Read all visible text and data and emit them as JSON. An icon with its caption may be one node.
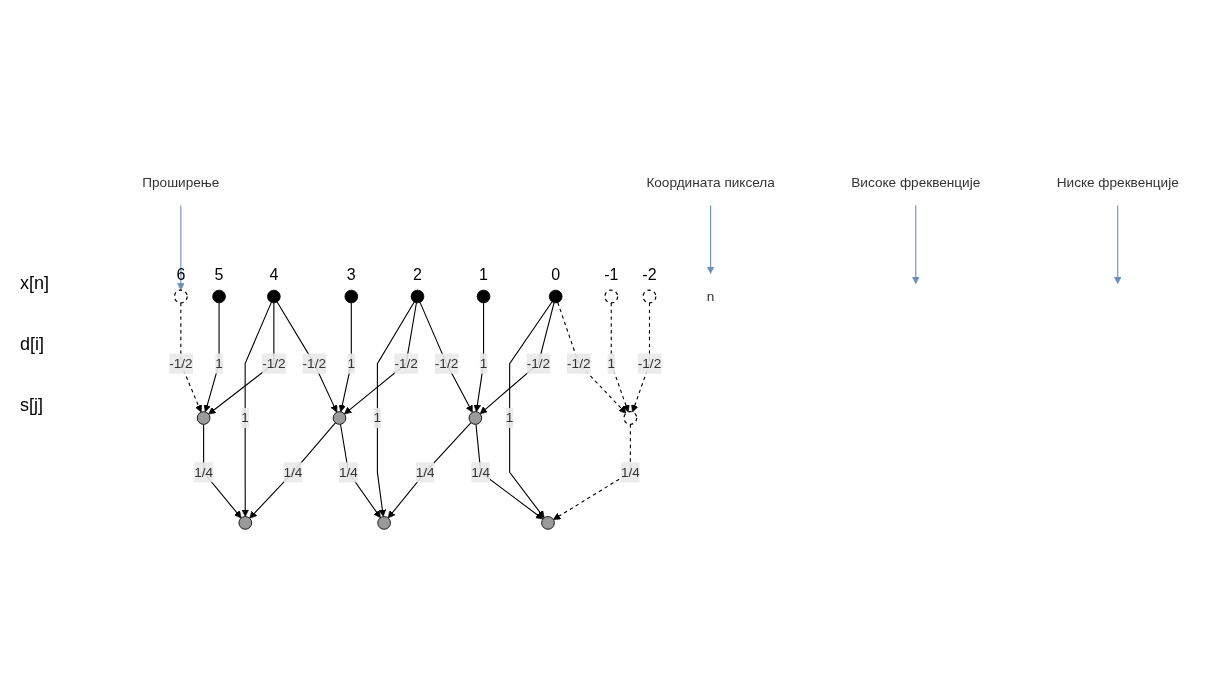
{
  "diagram": {
    "nodes": [
      {
        "text": [
          "Координата пиксела"
        ]
      },
      {
        "text": [
          "n"
        ]
      },
      {
        "text": [
          "Проширење"
        ]
      },
      {
        "text": [],
        "shape": "circle",
        "beside": [
          "-2"
        ]
      },
      {
        "text": [],
        "shape": "circle",
        "beside": [
          "-1"
        ]
      },
      {
        "text": [],
        "shape": "circle",
        "beside": [
          "0"
        ]
      },
      {
        "text": [],
        "shape": "circle",
        "beside": [
          "1"
        ]
      },
      {
        "text": [],
        "shape": "circle",
        "beside": [
          "2"
        ]
      },
      {
        "text": [],
        "shape": "circle",
        "beside": [
          "3"
        ]
      },
      {
        "text": [],
        "shape": "circle",
        "beside": [
          "4"
        ]
      },
      {
        "text": [],
        "shape": "circle",
        "beside": [
          "5"
        ]
      },
      {
        "text": [],
        "shape": "circle",
        "beside": [
          "6"
        ]
      },
      {
        "text": [],
        "shape": "circle"
      },
      {
        "text": [],
        "shape": "circle"
      },
      {
        "text": [],
        "shape": "circle"
      },
      {
        "text": [],
        "shape": "circle"
      },
      {
        "text": [
          "Високе фреквенције"
        ]
      },
      {
        "text": [],
        "shape": "circle"
      },
      {
        "text": [],
        "shape": "circle"
      },
      {
        "text": [],
        "shape": "circle"
      },
      {
        "text": [
          "Ниске фреквенције"
        ]
      }
    ],
    "edges": [
      {
        "from": 0,
        "to": 1,
        "arrow": "to",
        "color": "#6c8ebf"
      },
      {
        "from": 2,
        "to": 11,
        "arrow": "to",
        "color": "#6c8ebf"
      },
      {
        "from": 16,
        "to": null,
        "arrow": "to",
        "color": "#6c8ebf"
      },
      {
        "from": 20,
        "to": null,
        "arrow": "to",
        "color": "#6c8ebf"
      },
      {
        "from": 3,
        "to": 12,
        "label": "-1/2",
        "arrow": "to",
        "style": "dashed"
      },
      {
        "from": 4,
        "to": 12,
        "label": "1",
        "arrow": "to",
        "style": "dashed"
      },
      {
        "from": 5,
        "to": 12,
        "label": "-1/2",
        "arrow": "to",
        "style": "dashed"
      },
      {
        "from": 5,
        "to": 13,
        "label": "-1/2",
        "arrow": "to"
      },
      {
        "from": 6,
        "to": 13,
        "label": "1",
        "arrow": "to"
      },
      {
        "from": 7,
        "to": 13,
        "label": "-1/2",
        "arrow": "to"
      },
      {
        "from": 7,
        "to": 14,
        "label": "-1/2",
        "arrow": "to"
      },
      {
        "from": 8,
        "to": 14,
        "label": "1",
        "arrow": "to"
      },
      {
        "from": 9,
        "to": 14,
        "label": "-1/2",
        "arrow": "to"
      },
      {
        "from": 9,
        "to": 15,
        "label": "-1/2",
        "arrow": "to"
      },
      {
        "from": 10,
        "to": 15,
        "label": "1",
        "arrow": "to"
      },
      {
        "from": 11,
        "to": 15,
        "label": "-1/2",
        "arrow": "to",
        "style": "dashed"
      },
      {
        "from": 5,
        "to": 17,
        "label": "1",
        "arrow": "to"
      },
      {
        "from": 7,
        "to": 18,
        "label": "1",
        "arrow": "to"
      },
      {
        "from": 9,
        "to": 19,
        "label": "1",
        "arrow": "to"
      },
      {
        "from": 12,
        "to": 17,
        "label": "1/4",
        "arrow": "to",
        "style": "dashed"
      },
      {
        "from": 13,
        "to": 17,
        "label": "1/4",
        "arrow": "to"
      },
      {
        "from": 13,
        "to": 18,
        "label": "1/4",
        "arrow": "to"
      },
      {
        "from": 14,
        "to": 18,
        "label": "1/4",
        "arrow": "to"
      },
      {
        "from": 14,
        "to": 19,
        "label": "1/4",
        "arrow": "to"
      },
      {
        "from": 15,
        "to": 19,
        "label": "1/4",
        "arrow": "to"
      }
    ],
    "labels": [
      "x[n]",
      "d[i]",
      "s[j]"
    ]
  }
}
